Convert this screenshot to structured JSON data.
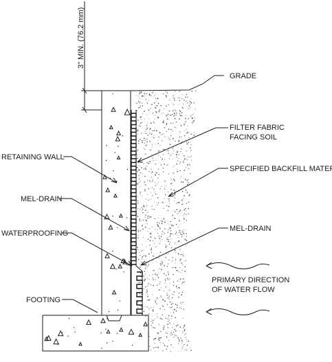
{
  "labels": {
    "dimension": "3\" MIN. (76.2 mm)",
    "grade": "GRADE",
    "filter_fabric_1": "FILTER FABRIC",
    "filter_fabric_2": "FACING SOIL",
    "backfill": "SPECIFIED BACKFILL MATERIAL",
    "retaining_wall": "RETAINING WALL",
    "mel_drain_left": "MEL-DRAIN",
    "waterproofing": "WATERPROOFING",
    "mel_drain_right": "MEL-DRAIN",
    "flow_1": "PRIMARY DIRECTION",
    "flow_2": "OF WATER FLOW",
    "footing": "FOOTING"
  }
}
